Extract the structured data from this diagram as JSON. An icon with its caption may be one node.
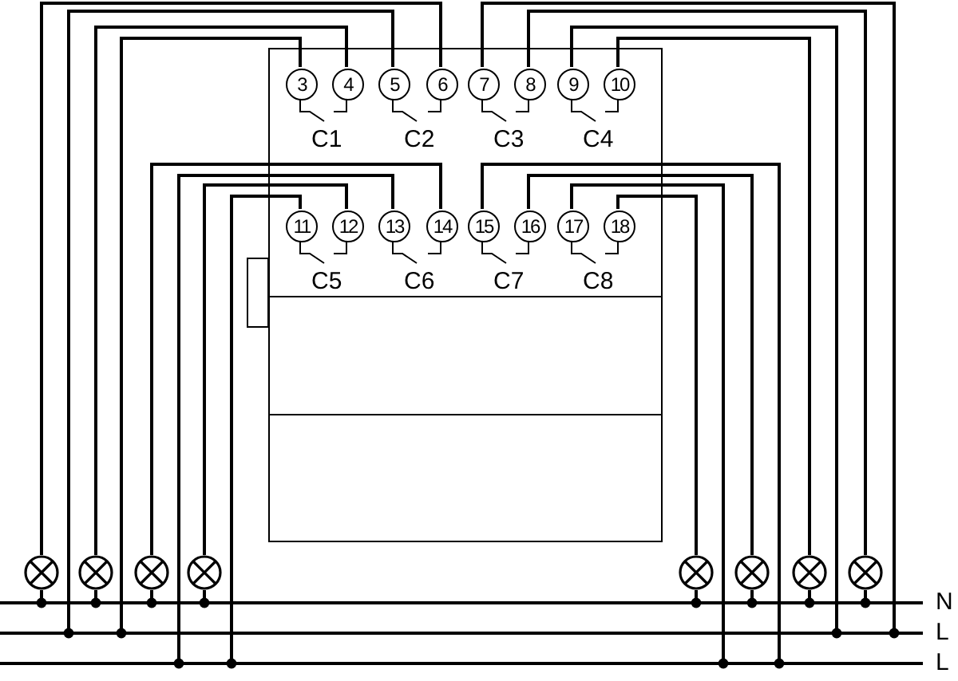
{
  "diagram": {
    "nodes": [
      {
        "text": [],
        "shape": "box"
      },
      {
        "text": [
          "3"
        ],
        "in": 0
      },
      {
        "text": [
          "4"
        ],
        "in": 0
      },
      {
        "text": [
          "5"
        ],
        "in": 0
      },
      {
        "text": [
          "6"
        ],
        "in": 0
      },
      {
        "text": [
          "7"
        ],
        "in": 0
      },
      {
        "text": [
          "8"
        ],
        "in": 0
      },
      {
        "text": [
          "9"
        ],
        "in": 0
      },
      {
        "text": [
          "10"
        ],
        "in": 0
      },
      {
        "text": [
          "11"
        ],
        "in": 0
      },
      {
        "text": [
          "12"
        ],
        "in": 0
      },
      {
        "text": [
          "13"
        ],
        "in": 0
      },
      {
        "text": [
          "14"
        ],
        "in": 0
      },
      {
        "text": [
          "15"
        ],
        "in": 0
      },
      {
        "text": [
          "16"
        ],
        "in": 0
      },
      {
        "text": [
          "17"
        ],
        "in": 0
      },
      {
        "text": [
          "18"
        ],
        "in": 0
      },
      {
        "text": [],
        "shape": "circle"
      },
      {
        "text": [],
        "shape": "circle"
      },
      {
        "text": [],
        "shape": "circle"
      },
      {
        "text": [],
        "shape": "circle"
      },
      {
        "text": [],
        "shape": "circle"
      },
      {
        "text": [],
        "shape": "circle"
      },
      {
        "text": [],
        "shape": "circle"
      },
      {
        "text": [],
        "shape": "circle"
      },
      {
        "text": [
          "N"
        ]
      },
      {
        "text": [
          "L"
        ]
      },
      {
        "text": [
          "L"
        ]
      }
    ],
    "edges": [
      {
        "from": 4,
        "to": 17,
        "arrow": "none"
      },
      {
        "from": 3,
        "to": 26,
        "arrow": "other"
      },
      {
        "from": 2,
        "to": 18,
        "arrow": "none"
      },
      {
        "from": 1,
        "to": 26,
        "arrow": "other"
      },
      {
        "from": 12,
        "to": 19,
        "arrow": "none"
      },
      {
        "from": 11,
        "to": 27,
        "arrow": "other"
      },
      {
        "from": 10,
        "to": 20,
        "arrow": "none"
      },
      {
        "from": 9,
        "to": 27,
        "arrow": "other"
      },
      {
        "from": 16,
        "to": 21,
        "arrow": "none"
      },
      {
        "from": 15,
        "to": 27,
        "arrow": "other"
      },
      {
        "from": 14,
        "to": 22,
        "arrow": "none"
      },
      {
        "from": 13,
        "to": 27,
        "arrow": "other"
      },
      {
        "from": 8,
        "to": 23,
        "arrow": "none"
      },
      {
        "from": 7,
        "to": 26,
        "arrow": "other"
      },
      {
        "from": 6,
        "to": 24,
        "arrow": "none"
      },
      {
        "from": 5,
        "to": 26,
        "arrow": "other"
      },
      {
        "from": 17,
        "to": 25,
        "arrow": "other"
      },
      {
        "from": 18,
        "to": 25,
        "arrow": "other"
      },
      {
        "from": 19,
        "to": 25,
        "arrow": "other"
      },
      {
        "from": 20,
        "to": 25,
        "arrow": "other"
      },
      {
        "from": 21,
        "to": 25,
        "arrow": "other"
      },
      {
        "from": 22,
        "to": 25,
        "arrow": "other"
      },
      {
        "from": 23,
        "to": 25,
        "arrow": "other"
      },
      {
        "from": 24,
        "to": 25,
        "arrow": "other"
      }
    ],
    "labels": [
      "C1",
      "C2",
      "C3",
      "C4",
      "C5",
      "C6",
      "C7",
      "C8"
    ]
  }
}
